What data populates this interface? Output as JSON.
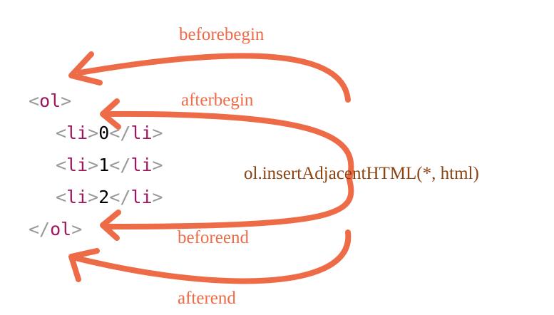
{
  "colors": {
    "arrow": "#EE6B47",
    "label": "#EE6B47",
    "tag_bracket": "#999999",
    "tag_name": "#A0165E",
    "content": "#000000",
    "method": "#8B4513",
    "background": "#FFFFFF"
  },
  "positions": {
    "beforebegin": "beforebegin",
    "afterbegin": "afterbegin",
    "beforeend": "beforeend",
    "afterend": "afterend"
  },
  "method_call": "ol.insertAdjacentHTML(*, html)",
  "code": {
    "open_bracket": "<",
    "close_bracket": ">",
    "end_open_bracket": "</",
    "ol_tag": "ol",
    "li_tag": "li",
    "items": [
      "0",
      "1",
      "2"
    ]
  }
}
